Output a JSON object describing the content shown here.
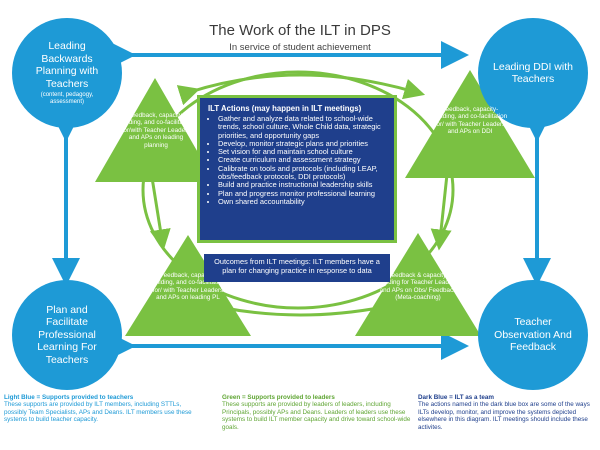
{
  "title": "The Work of the ILT in DPS",
  "subtitle": "In service of student achievement",
  "circles": {
    "top_left": {
      "title": "Leading Backwards Planning with Teachers",
      "sub": "(content, pedagogy, assessment)"
    },
    "top_right": {
      "title": "Leading DDI with Teachers"
    },
    "bottom_left": {
      "title": "Plan and Facilitate Professional Learning For Teachers"
    },
    "bottom_right": {
      "title": "Teacher Observation And Feedback"
    }
  },
  "triangles": {
    "top_left": "Feedback, capacity-building, and co-facilitation for/with Teacher Leaders and APs on leading planning",
    "top_right": "Feedback, capacity-building, and co-facilitation for/ with Teacher Leaders and APs on DDI",
    "bottom_left": "Feedback, capacity-building, and co-facilitation for/ with Teacher Leaders and APs on leading PL",
    "bottom_right": "Feedback & capacity-building for Teacher Leaders and APs on Obs/ Feedback (Meta-coaching)"
  },
  "ilt_box": {
    "heading": "ILT Actions (may happen in ILT meetings)",
    "items": [
      "Gather and analyze data related to school-wide trends, school culture, Whole Child data, strategic priorities, and opportunity gaps",
      "Develop, monitor strategic plans and priorities",
      "Set vision for and maintain school culture",
      "Create curriculum and assessment strategy",
      "Calibrate on tools and protocols (including LEAP, obs/feedback protocols, DDI protocols)",
      "Build and practice instructional leadership skills",
      "Plan and progress monitor professional learning",
      "Own shared accountability"
    ]
  },
  "outcomes": "Outcomes from ILT meetings: ILT members have a plan for changing practice in response to data",
  "legend": {
    "light_blue": {
      "heading": "Light Blue = Supports provided to teachers",
      "body": "These supports are provided by ILT members, including STTLs, possibly Team Specialists, APs and Deans. ILT members use these systems to build teacher capacity.",
      "color": "#1e9ad6"
    },
    "green": {
      "heading": "Green = Supports provided to leaders",
      "body": "These supports are provided by leaders of leaders, including Principals, possibly APs and Deans. Leaders of leaders use these systems to build ILT member capacity and drive toward school-wide goals.",
      "color": "#6cb33e"
    },
    "dark_blue": {
      "heading": "Dark Blue = ILT as a team",
      "body": "The actions named in the dark blue box are some of the ways ILTs develop, monitor, and improve the systems depicted elsewhere in this diagram. ILT meetings should include these activites.",
      "color": "#1f3f8c"
    }
  },
  "colors": {
    "light_blue": "#1e9ad6",
    "green": "#7ac142",
    "dark_blue": "#1f3f8c"
  }
}
